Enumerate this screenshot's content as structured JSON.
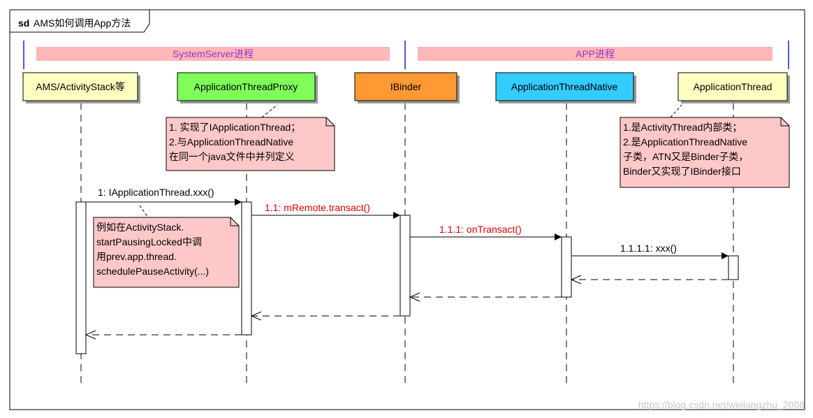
{
  "frame": {
    "keyword": "sd",
    "title": "AMS如何调用App方法"
  },
  "colors": {
    "process_band": "#ffb7b7",
    "process_text": "#9933cc",
    "divider": "#1a1acc",
    "note_fill": "#ffc8c8",
    "message_red": "#dd0000",
    "participants": {
      "ams": "#ffffc0",
      "proxy": "#80ff5a",
      "ibinder": "#ff9933",
      "native": "#33ccff",
      "thread": "#ffffc0"
    }
  },
  "processes": [
    {
      "id": "system",
      "label": "SystemServer进程"
    },
    {
      "id": "app",
      "label": "APP进程"
    }
  ],
  "participants": [
    {
      "id": "ams",
      "label": "AMS/ActivityStack等"
    },
    {
      "id": "proxy",
      "label": "ApplicationThreadProxy"
    },
    {
      "id": "ibinder",
      "label": "IBinder"
    },
    {
      "id": "native",
      "label": "ApplicationThreadNative"
    },
    {
      "id": "thread",
      "label": "ApplicationThread"
    }
  ],
  "notes": [
    {
      "id": "note-proxy",
      "lines": [
        "1. 实现了IApplicationThread；",
        "2.与ApplicationThreadNative",
        "在同一个java文件中并列定义"
      ]
    },
    {
      "id": "note-thread",
      "lines": [
        "1.是ActivityThread内部类；",
        "2.是ApplicationThreadNative",
        "子类，ATN又是Binder子类，",
        "Binder又实现了IBinder接口"
      ]
    },
    {
      "id": "note-ams",
      "lines": [
        "例如在ActivityStack.",
        "startPausingLocked中调",
        "用prev.app.thread.",
        "schedulePauseActivity(...)"
      ]
    }
  ],
  "messages": [
    {
      "id": "msg-1",
      "label": "1: IApplicationThread.xxx()",
      "color": "#000000"
    },
    {
      "id": "msg-1-1",
      "label": "1.1: mRemote.transact()",
      "color": "#dd0000"
    },
    {
      "id": "msg-1-1-1",
      "label": "1.1.1: onTransact()",
      "color": "#dd0000"
    },
    {
      "id": "msg-1-1-1-1",
      "label": "1.1.1.1: xxx()",
      "color": "#000000"
    }
  ],
  "watermark": "https://blog.csdn.net/weilangzhu_2008"
}
